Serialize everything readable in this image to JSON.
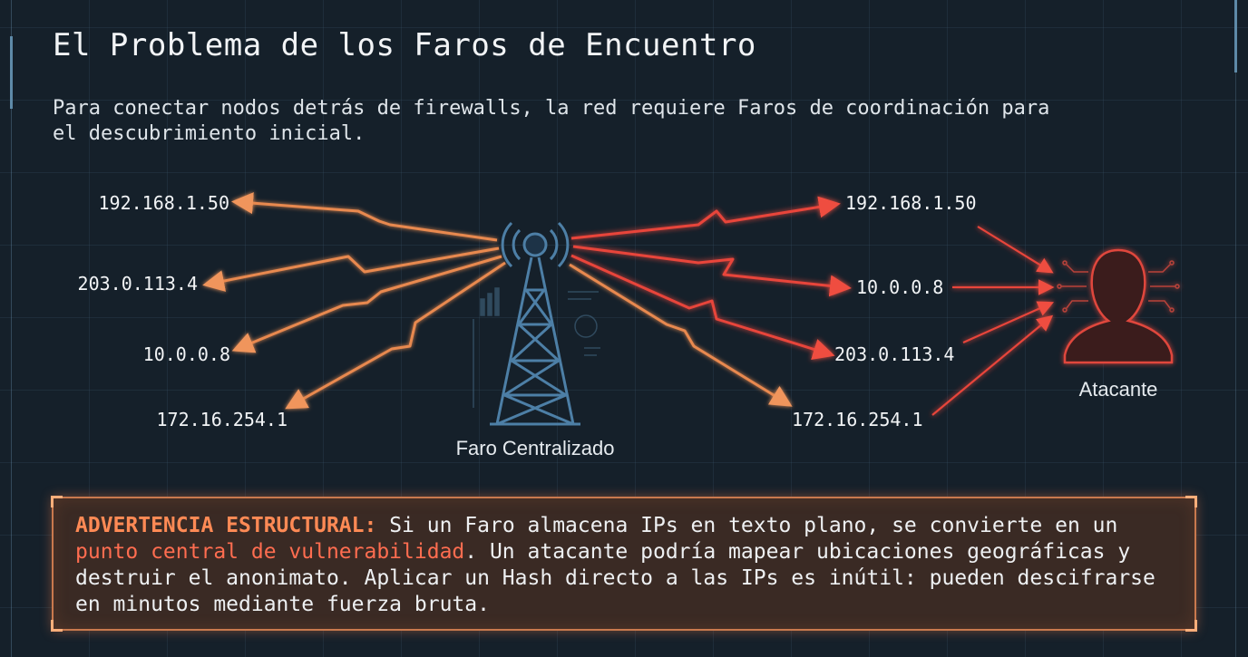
{
  "title": "El Problema de los Faros de Encuentro",
  "subtitle": "Para conectar nodos detrás de firewalls, la red requiere Faros de coordinación para el descubrimiento inicial.",
  "left_ips": [
    "192.168.1.50",
    "203.0.113.4",
    "10.0.0.8",
    "172.16.254.1"
  ],
  "right_ips": [
    "192.168.1.50",
    "10.0.0.8",
    "203.0.113.4",
    "172.16.254.1"
  ],
  "tower_label": "Faro Centralizado",
  "attacker_label": "Atacante",
  "warning": {
    "heading": "ADVERTENCIA ESTRUCTURAL:",
    "text_1": " Si un Faro almacena IPs en texto plano, se convierte en un ",
    "highlight": "punto central de vulnerabilidad",
    "text_2": ". Un atacante podría mapear ubicaciones geográficas y destruir el anonimato. Aplicar un Hash directo a las IPs es inútil: pueden descifrarse en minutos mediante fuerza bruta."
  },
  "colors": {
    "orange_bolt": "#e8894f",
    "red_bolt": "#e8453a",
    "tower": "#4d7fa6",
    "attacker": "#e0473c",
    "warning_border": "#c9794e"
  },
  "icons": [
    "tower-icon",
    "attacker-icon"
  ]
}
